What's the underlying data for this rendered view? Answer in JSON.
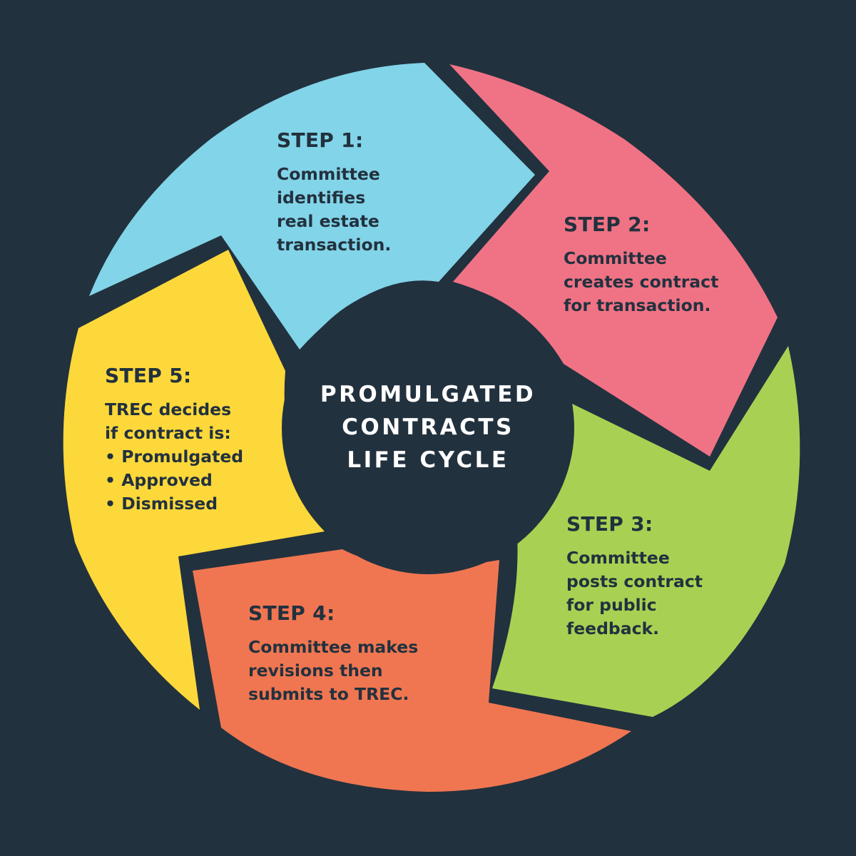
{
  "colors": {
    "background": "#22313e",
    "step1": "#82d4e8",
    "step2": "#f07385",
    "step3": "#a8d153",
    "step4": "#f07651",
    "step5": "#fdd83a",
    "text": "#22313e",
    "center_text": "#ffffff"
  },
  "center": {
    "lines": [
      "PROMULGATED",
      "CONTRACTS",
      "LIFE CYCLE"
    ]
  },
  "steps": [
    {
      "title": "STEP 1:",
      "body": "Committee\nidentifies\nreal estate\ntransaction."
    },
    {
      "title": "STEP 2:",
      "body": "Committee\ncreates contract\nfor transaction."
    },
    {
      "title": "STEP 3:",
      "body": "Committee\nposts contract\nfor public\nfeedback."
    },
    {
      "title": "STEP 4:",
      "body": "Committee makes\nrevisions then\nsubmits to TREC."
    },
    {
      "title": "STEP 5:",
      "body": "TREC decides\nif contract is:",
      "bullets": [
        "Promulgated",
        "Approved",
        "Dismissed"
      ]
    }
  ]
}
